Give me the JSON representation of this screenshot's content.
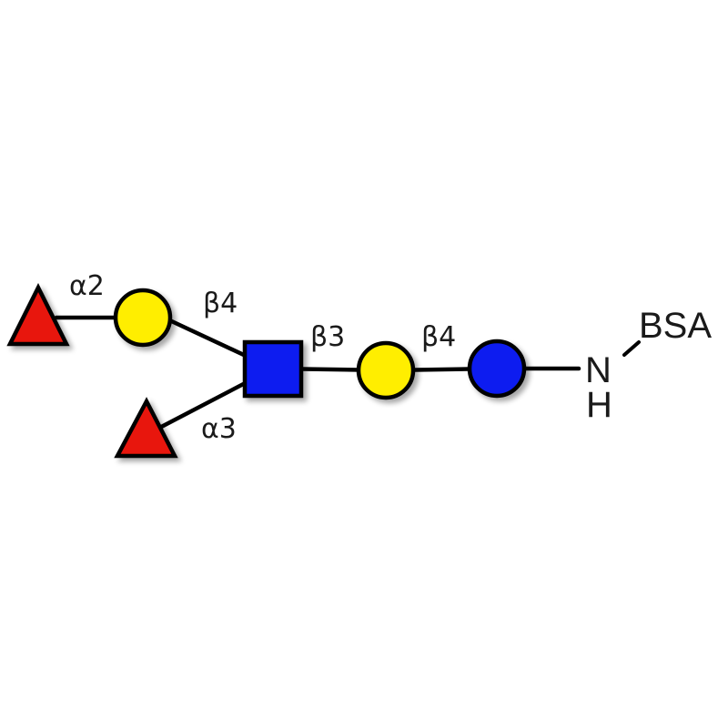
{
  "linkages": {
    "fuc_a2": "α2",
    "gal_b4": "β4",
    "fuc_a3": "α3",
    "glcnac_b3": "β3",
    "gal_b4_glc": "β4"
  },
  "aglycone": {
    "n": "N",
    "h": "H",
    "carrier": "BSA"
  },
  "colors": {
    "fucose": "#e8120c",
    "galactose": "#ffee00",
    "glcnac": "#0a1ff0",
    "glucose": "#0a1ff0",
    "line": "#000000"
  },
  "residues": [
    {
      "name": "Fuc",
      "shape": "triangle",
      "color_key": "fucose"
    },
    {
      "name": "Gal",
      "shape": "circle",
      "color_key": "galactose"
    },
    {
      "name": "Fuc",
      "shape": "triangle",
      "color_key": "fucose"
    },
    {
      "name": "GlcNAc",
      "shape": "square",
      "color_key": "glcnac"
    },
    {
      "name": "Gal",
      "shape": "circle",
      "color_key": "galactose"
    },
    {
      "name": "Glc",
      "shape": "circle",
      "color_key": "glucose"
    }
  ]
}
